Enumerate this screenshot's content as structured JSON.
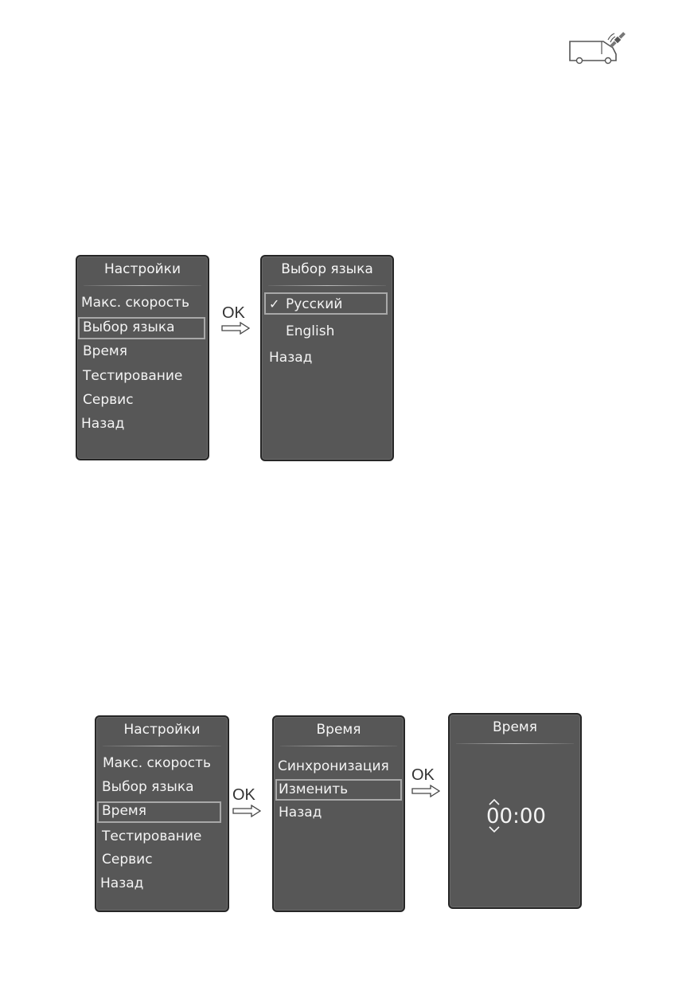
{
  "header": {
    "icon": "van-satellite-icon"
  },
  "group1": {
    "settings_menu": {
      "title": "Настройки",
      "items": [
        "Макс. скорость",
        "Выбор языка",
        "Время",
        "Тестирование",
        "Сервис",
        "Назад"
      ],
      "selected_index": 1
    },
    "ok_label": "OK",
    "language_menu": {
      "title": "Выбор языка",
      "check_mark": "✓",
      "items": [
        "Русский",
        "English",
        "Назад"
      ],
      "selected_index": 0
    }
  },
  "group2": {
    "settings_menu": {
      "title": "Настройки",
      "items": [
        "Макс. скорость",
        "Выбор языка",
        "Время",
        "Тестирование",
        "Сервис",
        "Назад"
      ],
      "selected_index": 2
    },
    "ok_label_1": "OK",
    "time_menu": {
      "title": "Время",
      "items": [
        "Синхронизация",
        "Изменить",
        "Назад"
      ],
      "selected_index": 1
    },
    "ok_label_2": "OK",
    "time_edit": {
      "title": "Время",
      "time_value": "00:00"
    }
  }
}
